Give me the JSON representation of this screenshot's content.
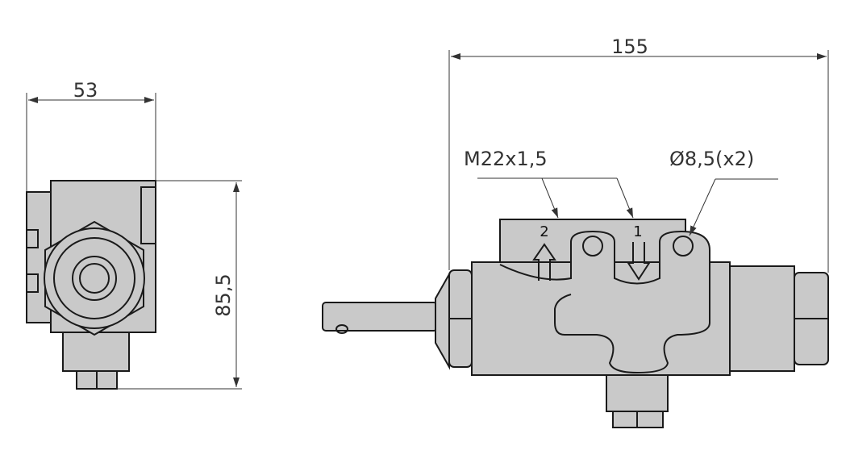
{
  "dimensions": {
    "width_side": "53",
    "height_side": "85,5",
    "length_front": "155",
    "thread": "M22x1,5",
    "holes": "Ø8,5(x2)"
  },
  "port_labels": {
    "port_2": "2",
    "port_1": "1"
  },
  "colors": {
    "part_fill": "#c9c9c9",
    "line": "#1a1a1a"
  }
}
